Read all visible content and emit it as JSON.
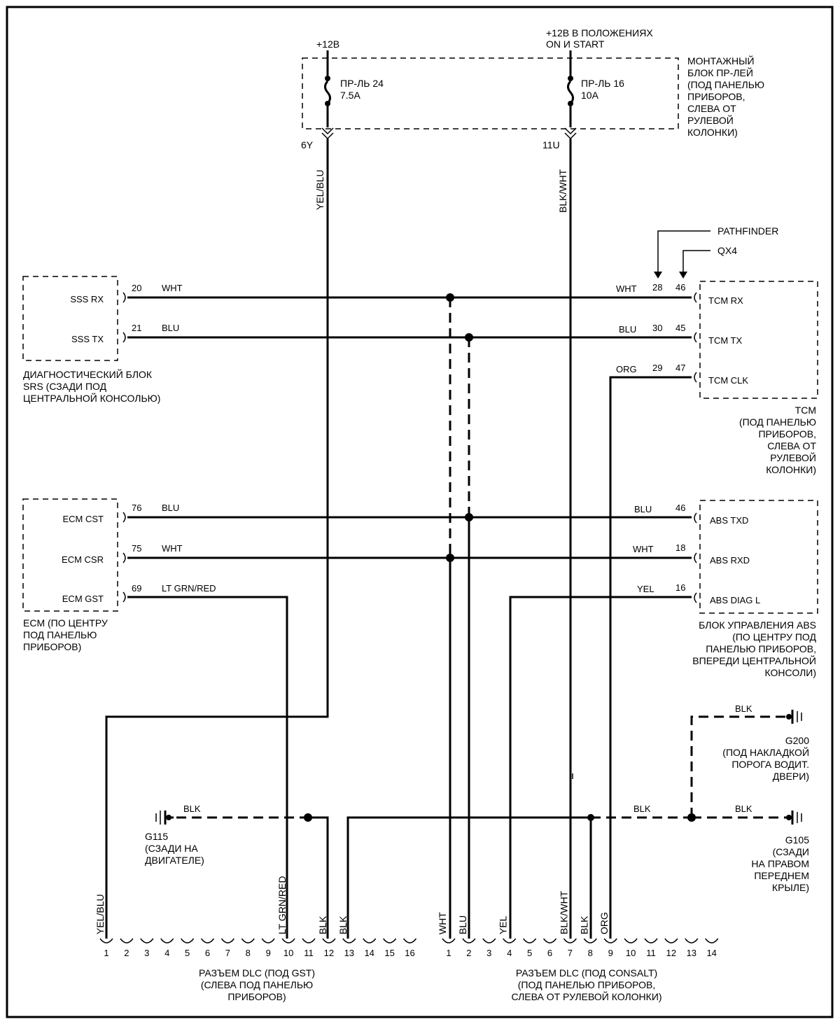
{
  "supply": {
    "left": "+12В",
    "right_line1": "+12В В ПОЛОЖЕНИЯХ",
    "right_line2": "ON И START"
  },
  "fuse_block": {
    "label": [
      "МОНТАЖНЫЙ",
      "БЛОК ПР-ЛЕЙ",
      "(ПОД ПАНЕЛЬЮ",
      "ПРИБОРОВ,",
      "СЛЕВА ОТ",
      "РУЛЕВОЙ",
      "КОЛОНКИ)"
    ],
    "fuse1": {
      "name": "ПР-ЛЬ 24",
      "rating": "7.5A",
      "terminal": "6Y"
    },
    "fuse2": {
      "name": "ПР-ЛЬ 16",
      "rating": "10A",
      "terminal": "11U"
    }
  },
  "wires": {
    "yel_blu": "YEL/BLU",
    "blk_wht": "BLK/WHT",
    "lt_grn_red": "LT GRN/RED"
  },
  "variants": {
    "pathfinder": "PATHFINDER",
    "qx4": "QX4"
  },
  "srs": {
    "pins": [
      {
        "label": "SSS RX",
        "pin": "20",
        "color": "WHT"
      },
      {
        "label": "SSS TX",
        "pin": "21",
        "color": "BLU"
      }
    ],
    "caption": [
      "ДИАГНОСТИЧЕСКИЙ БЛОК",
      "SRS (СЗАДИ ПОД",
      "ЦЕНТРАЛЬНОЙ КОНСОЛЬЮ)"
    ]
  },
  "tcm": {
    "pins": [
      {
        "label": "TCM RX",
        "color": "WHT",
        "pin_a": "28",
        "pin_b": "46"
      },
      {
        "label": "TCM TX",
        "color": "BLU",
        "pin_a": "30",
        "pin_b": "45"
      },
      {
        "label": "TCM CLK",
        "color": "ORG",
        "pin_a": "29",
        "pin_b": "47"
      }
    ],
    "caption": [
      "TCM",
      "(ПОД ПАНЕЛЬЮ",
      "ПРИБОРОВ,",
      "СЛЕВА ОТ",
      "РУЛЕВОЙ",
      "КОЛОНКИ)"
    ]
  },
  "ecm": {
    "pins": [
      {
        "label": "ECM CST",
        "pin": "76",
        "color": "BLU"
      },
      {
        "label": "ECM CSR",
        "pin": "75",
        "color": "WHT"
      },
      {
        "label": "ECM GST",
        "pin": "69",
        "color": "LT GRN/RED"
      }
    ],
    "caption": [
      "ECM (ПО ЦЕНТРУ",
      "ПОД ПАНЕЛЬЮ",
      "ПРИБОРОВ)"
    ]
  },
  "abs": {
    "pins": [
      {
        "label": "ABS TXD",
        "color": "BLU",
        "pin": "46"
      },
      {
        "label": "ABS RXD",
        "color": "WHT",
        "pin": "18"
      },
      {
        "label": "ABS DIAG L",
        "color": "YEL",
        "pin": "16"
      }
    ],
    "caption": [
      "БЛОК УПРАВЛЕНИЯ ABS",
      "(ПО ЦЕНТРУ ПОД",
      "ПАНЕЛЬЮ ПРИБОРОВ,",
      "ВПЕРЕДИ ЦЕНТРАЛЬНОЙ",
      "КОНСОЛИ)"
    ]
  },
  "grounds": {
    "g115": {
      "name": "G115",
      "desc": [
        "(СЗАДИ НА",
        "ДВИГАТЕЛЕ)"
      ],
      "wire": "BLK"
    },
    "g200": {
      "name": "G200",
      "desc": [
        "(ПОД НАКЛАДКОЙ",
        "ПОРОГА ВОДИТ.",
        "ДВЕРИ)"
      ],
      "wire": "BLK"
    },
    "g105": {
      "name": "G105",
      "desc": [
        "(СЗАДИ",
        "НА ПРАВОМ",
        "ПЕРЕДНЕМ",
        "КРЫЛЕ)"
      ],
      "wire": "BLK"
    },
    "main_blk": "BLK"
  },
  "dlc_gst": {
    "pins": [
      "1",
      "2",
      "3",
      "4",
      "5",
      "6",
      "7",
      "8",
      "9",
      "10",
      "11",
      "12",
      "13",
      "14",
      "15",
      "16"
    ],
    "wire_labels": [
      {
        "pin": "1",
        "text": "YEL/BLU"
      },
      {
        "pin": "10",
        "text": "LT GRN/RED"
      },
      {
        "pin": "12",
        "text": "BLK"
      },
      {
        "pin": "13",
        "text": "BLK"
      }
    ],
    "caption": [
      "РАЗЪЕМ DLC (ПОД GST)",
      "(СЛЕВА ПОД ПАНЕЛЬЮ",
      "ПРИБОРОВ)"
    ]
  },
  "dlc_consult": {
    "pins": [
      "1",
      "2",
      "3",
      "4",
      "5",
      "6",
      "7",
      "8",
      "9",
      "10",
      "11",
      "12",
      "13",
      "14"
    ],
    "wire_labels": [
      {
        "pin": "1",
        "text": "WHT"
      },
      {
        "pin": "2",
        "text": "BLU"
      },
      {
        "pin": "4",
        "text": "YEL"
      },
      {
        "pin": "7",
        "text": "BLK/WHT"
      },
      {
        "pin": "8",
        "text": "BLK"
      },
      {
        "pin": "9",
        "text": "ORG"
      }
    ],
    "caption": [
      "РАЗЪЕМ DLC (ПОД CONSALT)",
      "(ПОД ПАНЕЛЬЮ ПРИБОРОВ,",
      "СЛЕВА ОТ РУЛЕВОЙ КОЛОНКИ)"
    ]
  }
}
